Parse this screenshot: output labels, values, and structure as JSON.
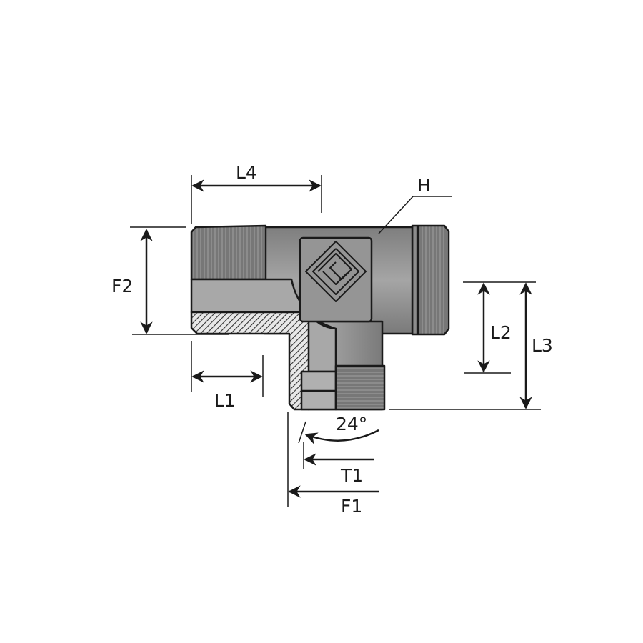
{
  "diagram": {
    "labels": {
      "L4": "L4",
      "H": "H",
      "F2": "F2",
      "L2": "L2",
      "L3": "L3",
      "L1": "L1",
      "angle": "24°",
      "T1": "T1",
      "F1": "F1"
    },
    "colors": {
      "body": "#8a8a8a",
      "thread": "#6e6e6e",
      "line": "#1a1a1a",
      "bore": "#a0a0a0"
    }
  }
}
